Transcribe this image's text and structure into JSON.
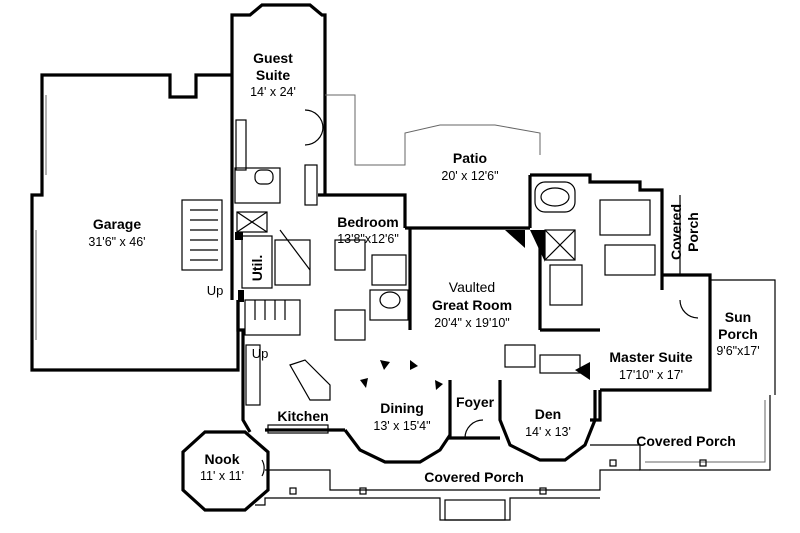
{
  "rooms": {
    "guest_suite": {
      "name_line1": "Guest",
      "name_line2": "Suite",
      "dims": "14' x 24'"
    },
    "garage": {
      "name": "Garage",
      "dims": "31'6\" x 46'"
    },
    "patio": {
      "name": "Patio",
      "dims": "20' x 12'6\""
    },
    "bedroom": {
      "name": "Bedroom",
      "dims": "13'8\"x12'6\""
    },
    "util": {
      "name": "Util."
    },
    "great_room": {
      "name_line1": "Vaulted",
      "name_line2": "Great Room",
      "dims": "20'4\" x 19'10\""
    },
    "covered_porch_side": {
      "name_line1": "Covered",
      "name_line2": "Porch"
    },
    "sun_porch": {
      "name_line1": "Sun",
      "name_line2": "Porch",
      "dims": "9'6\"x17'"
    },
    "master_suite": {
      "name": "Master Suite",
      "dims": "17'10\" x 17'"
    },
    "kitchen": {
      "name": "Kitchen"
    },
    "dining": {
      "name": "Dining",
      "dims": "13' x 15'4\""
    },
    "foyer": {
      "name": "Foyer"
    },
    "den": {
      "name": "Den",
      "dims": "14' x 13'"
    },
    "nook": {
      "name": "Nook",
      "dims": "11' x 11'"
    },
    "covered_porch_right": {
      "name": "Covered Porch"
    },
    "covered_porch_front": {
      "name": "Covered Porch"
    }
  },
  "stairs": {
    "up_1": "Up",
    "up_2": "Up"
  }
}
